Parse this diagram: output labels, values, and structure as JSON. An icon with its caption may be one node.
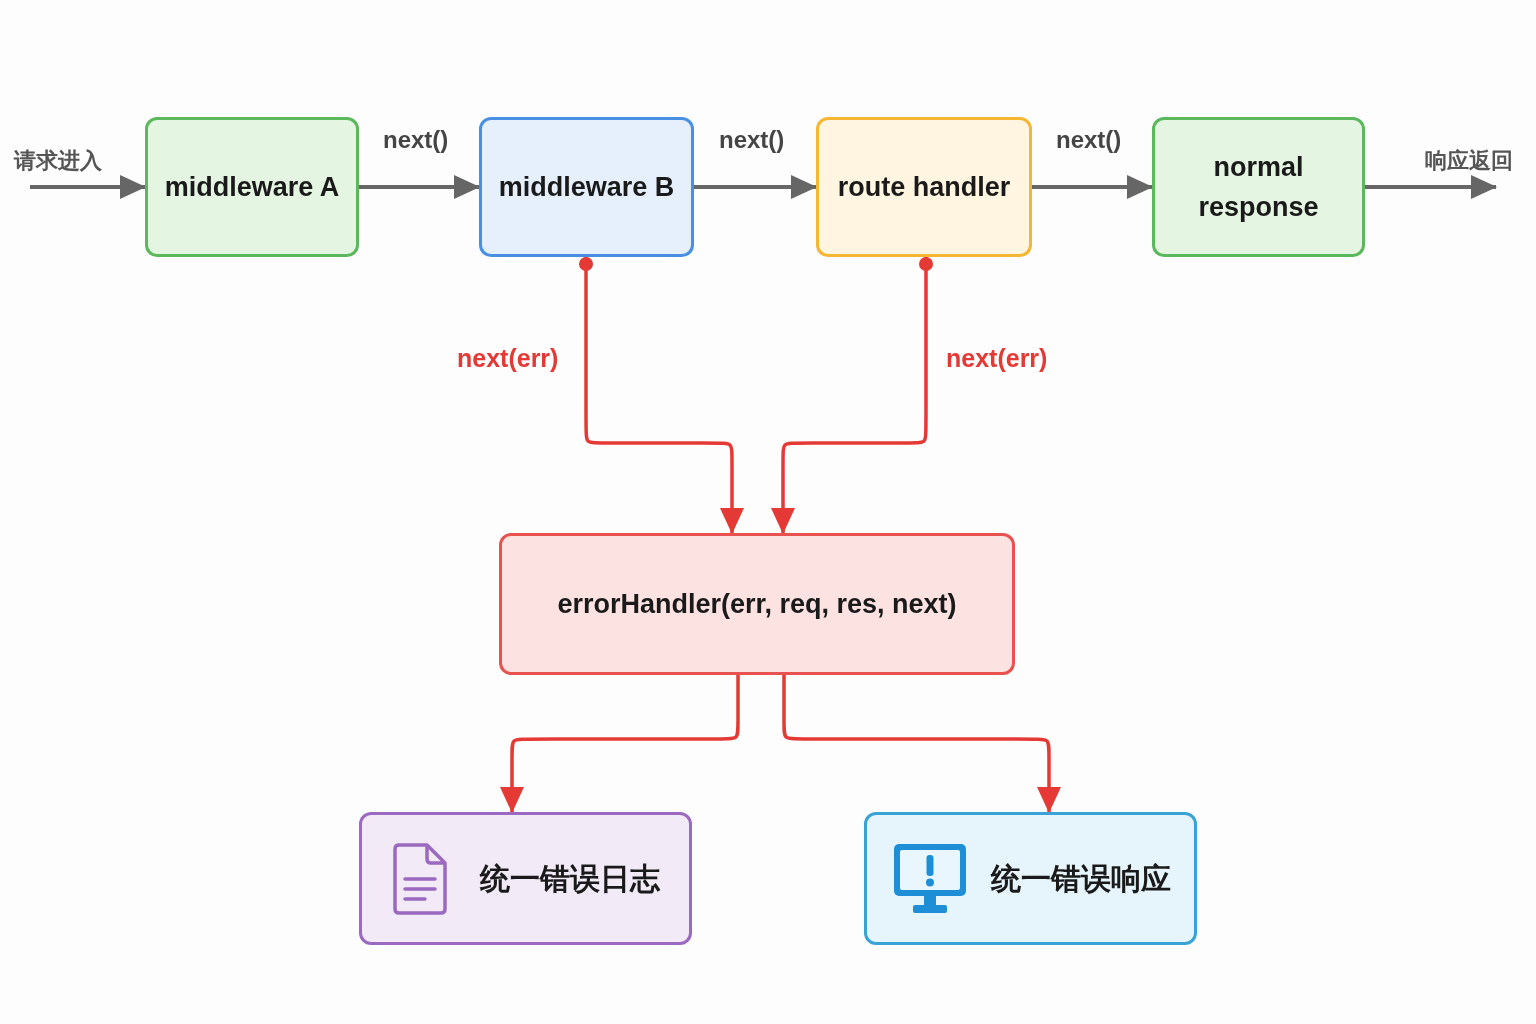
{
  "diagram": {
    "nodes": [
      {
        "text": [
          "middleware A"
        ]
      },
      {
        "text": [
          "middleware B"
        ]
      },
      {
        "text": [
          "route handler"
        ]
      },
      {
        "text": [
          "normal response"
        ]
      },
      {
        "text": [
          "errorHandler(err, req, res, next)"
        ]
      },
      {
        "text": [
          "统一错误日志"
        ]
      },
      {
        "text": [
          "统一错误响应"
        ]
      }
    ],
    "edges": [
      {
        "from": null,
        "to": 0,
        "arrow": "to",
        "label": "请求进入"
      },
      {
        "from": 0,
        "to": 1,
        "arrow": "to",
        "label": "next()"
      },
      {
        "from": 1,
        "to": 2,
        "arrow": "to",
        "label": "next()"
      },
      {
        "from": 2,
        "to": 3,
        "arrow": "to",
        "label": "next()"
      },
      {
        "from": 3,
        "to": null,
        "arrow": "to",
        "label": "响应返回"
      },
      {
        "from": 1,
        "to": 4,
        "arrow": "to",
        "label": "next(err)",
        "color": "#e53935"
      },
      {
        "from": 2,
        "to": 4,
        "arrow": "to",
        "label": "next(err)",
        "color": "#e53935"
      },
      {
        "from": 4,
        "to": 5,
        "arrow": "to",
        "color": "#e53935"
      },
      {
        "from": 4,
        "to": 6,
        "arrow": "to",
        "color": "#e53935"
      }
    ]
  }
}
